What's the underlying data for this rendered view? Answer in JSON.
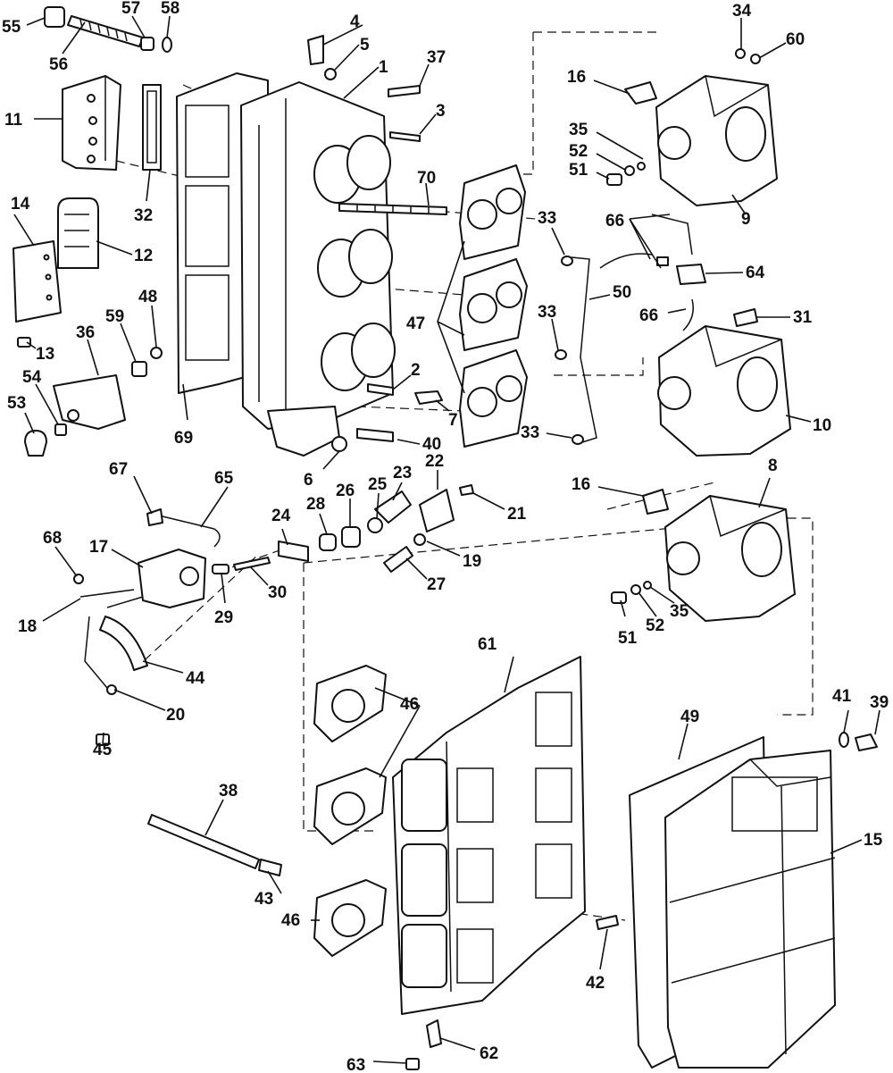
{
  "diagram": {
    "callouts": [
      {
        "id": "c1",
        "label": "1"
      },
      {
        "id": "c2",
        "label": "2"
      },
      {
        "id": "c3",
        "label": "3"
      },
      {
        "id": "c4",
        "label": "4"
      },
      {
        "id": "c5",
        "label": "5"
      },
      {
        "id": "c6",
        "label": "6"
      },
      {
        "id": "c7",
        "label": "7"
      },
      {
        "id": "c8",
        "label": "8"
      },
      {
        "id": "c9",
        "label": "9"
      },
      {
        "id": "c10",
        "label": "10"
      },
      {
        "id": "c11",
        "label": "11"
      },
      {
        "id": "c12",
        "label": "12"
      },
      {
        "id": "c13",
        "label": "13"
      },
      {
        "id": "c14",
        "label": "14"
      },
      {
        "id": "c15",
        "label": "15"
      },
      {
        "id": "c16a",
        "label": "16"
      },
      {
        "id": "c16b",
        "label": "16"
      },
      {
        "id": "c17",
        "label": "17"
      },
      {
        "id": "c18",
        "label": "18"
      },
      {
        "id": "c19",
        "label": "19"
      },
      {
        "id": "c20",
        "label": "20"
      },
      {
        "id": "c21",
        "label": "21"
      },
      {
        "id": "c22",
        "label": "22"
      },
      {
        "id": "c23",
        "label": "23"
      },
      {
        "id": "c24",
        "label": "24"
      },
      {
        "id": "c25",
        "label": "25"
      },
      {
        "id": "c26",
        "label": "26"
      },
      {
        "id": "c27",
        "label": "27"
      },
      {
        "id": "c28",
        "label": "28"
      },
      {
        "id": "c29",
        "label": "29"
      },
      {
        "id": "c30",
        "label": "30"
      },
      {
        "id": "c31",
        "label": "31"
      },
      {
        "id": "c32",
        "label": "32"
      },
      {
        "id": "c33a",
        "label": "33"
      },
      {
        "id": "c33b",
        "label": "33"
      },
      {
        "id": "c33c",
        "label": "33"
      },
      {
        "id": "c34",
        "label": "34"
      },
      {
        "id": "c35a",
        "label": "35"
      },
      {
        "id": "c35b",
        "label": "35"
      },
      {
        "id": "c36",
        "label": "36"
      },
      {
        "id": "c37",
        "label": "37"
      },
      {
        "id": "c38",
        "label": "38"
      },
      {
        "id": "c39",
        "label": "39"
      },
      {
        "id": "c40",
        "label": "40"
      },
      {
        "id": "c41",
        "label": "41"
      },
      {
        "id": "c42",
        "label": "42"
      },
      {
        "id": "c43",
        "label": "43"
      },
      {
        "id": "c44",
        "label": "44"
      },
      {
        "id": "c45",
        "label": "45"
      },
      {
        "id": "c46a",
        "label": "46"
      },
      {
        "id": "c46b",
        "label": "46"
      },
      {
        "id": "c47",
        "label": "47"
      },
      {
        "id": "c48",
        "label": "48"
      },
      {
        "id": "c49",
        "label": "49"
      },
      {
        "id": "c50",
        "label": "50"
      },
      {
        "id": "c51a",
        "label": "51"
      },
      {
        "id": "c51b",
        "label": "51"
      },
      {
        "id": "c52a",
        "label": "52"
      },
      {
        "id": "c52b",
        "label": "52"
      },
      {
        "id": "c53",
        "label": "53"
      },
      {
        "id": "c54",
        "label": "54"
      },
      {
        "id": "c55",
        "label": "55"
      },
      {
        "id": "c56",
        "label": "56"
      },
      {
        "id": "c57",
        "label": "57"
      },
      {
        "id": "c58",
        "label": "58"
      },
      {
        "id": "c59",
        "label": "59"
      },
      {
        "id": "c60",
        "label": "60"
      },
      {
        "id": "c61",
        "label": "61"
      },
      {
        "id": "c62",
        "label": "62"
      },
      {
        "id": "c63",
        "label": "63"
      },
      {
        "id": "c64",
        "label": "64"
      },
      {
        "id": "c65",
        "label": "65"
      },
      {
        "id": "c66a",
        "label": "66"
      },
      {
        "id": "c66b",
        "label": "66"
      },
      {
        "id": "c67",
        "label": "67"
      },
      {
        "id": "c68",
        "label": "68"
      },
      {
        "id": "c69",
        "label": "69"
      },
      {
        "id": "c70",
        "label": "70"
      }
    ]
  }
}
